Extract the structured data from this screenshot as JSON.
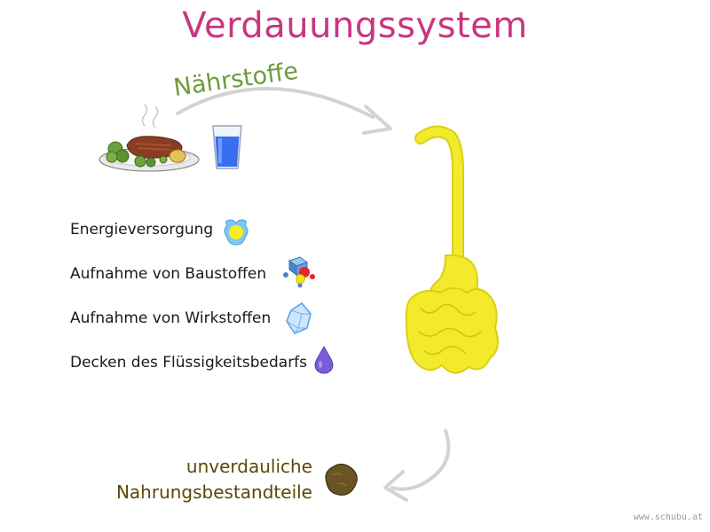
{
  "title": "Verdauungssystem",
  "input_label": "Nährstoffe",
  "benefits": [
    {
      "label": "Energieversorgung",
      "icon": "sun-energy-icon"
    },
    {
      "label": "Aufnahme von Baustoffen",
      "icon": "building-blocks-icon"
    },
    {
      "label": "Aufnahme von Wirkstoffen",
      "icon": "crystal-icon"
    },
    {
      "label": "Decken des Flüssigkeitsbedarfs",
      "icon": "water-drop-icon"
    }
  ],
  "waste": {
    "line1": "unverdauliche",
    "line2": "Nahrungsbestandteile"
  },
  "watermark": "www.schubu.at",
  "colors": {
    "title": "#c8367f",
    "input_label": "#6f9a3f",
    "waste_label": "#5c4708",
    "digestive_tract": "#f2ea2a",
    "arrow": "#cfcfcf"
  }
}
